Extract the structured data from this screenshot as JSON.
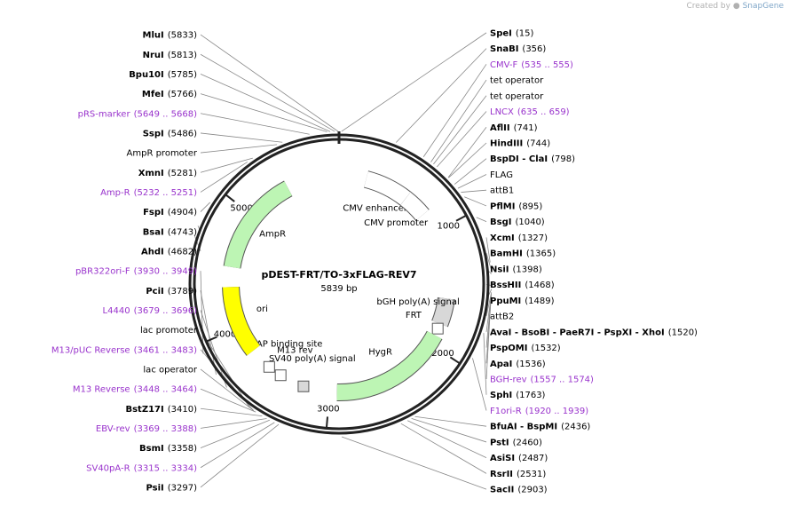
{
  "credit": {
    "prefix": "Created by",
    "brand": "SnapGene"
  },
  "plasmid": {
    "name": "pDEST-FRT/TO-3xFLAG-REV7",
    "size": "5839 bp",
    "length": 5839
  },
  "colors": {
    "enzyme": "#000000",
    "feature_label": "#9933cc",
    "ampr": "#bdf5b4",
    "ori": "#ffff00",
    "orange_arrow": "#f0a020",
    "green_arrow": "#2aa01a",
    "box_blue": "#a9d0dc",
    "box_pink": "#e8b4c8"
  },
  "ticks": [
    {
      "pos": 1000,
      "label": "1000"
    },
    {
      "pos": 2000,
      "label": "2000"
    },
    {
      "pos": 3000,
      "label": "3000"
    },
    {
      "pos": 4000,
      "label": "4000"
    },
    {
      "pos": 5000,
      "label": "5000"
    }
  ],
  "features": [
    {
      "name": "CMV enhancer",
      "start": 235,
      "end": 614,
      "type": "arrow",
      "color": "#ffffff"
    },
    {
      "name": "CMV promoter",
      "start": 615,
      "end": 818,
      "type": "arrow",
      "color": "#ffffff"
    },
    {
      "name": "bGH poly(A) signal",
      "start": 1584,
      "end": 1808,
      "type": "arrow",
      "color": "#d8d8d8"
    },
    {
      "name": "FRT",
      "start": 1830,
      "end": 1877,
      "type": "arrow",
      "color": "#ffffff"
    },
    {
      "name": "HygR",
      "start": 1915,
      "end": 2937,
      "type": "arrow",
      "color": "#bdf5b4"
    },
    {
      "name": "SV40 poly(A) signal",
      "start": 3170,
      "end": 3291,
      "type": "arrow",
      "color": "#d8d8d8"
    },
    {
      "name": "M13 rev",
      "start": 3441,
      "end": 3457,
      "type": "arrow",
      "color": "#ffffff"
    },
    {
      "name": "CAP binding site",
      "start": 3560,
      "end": 3581,
      "type": "arrow",
      "color": "#ffffff"
    },
    {
      "name": "ori",
      "start": 3766,
      "end": 4354,
      "type": "arrow",
      "color": "#ffff00"
    },
    {
      "name": "AmpR",
      "start": 4525,
      "end": 5385,
      "type": "arrow",
      "color": "#bdf5b4"
    }
  ],
  "enzymes": [
    {
      "name": "MluI",
      "pos": 5833
    },
    {
      "name": "SpeI",
      "pos": 15
    },
    {
      "name": "SnaBI",
      "pos": 356
    },
    {
      "name": "AflII",
      "pos": 741
    },
    {
      "name": "HindIII",
      "pos": 744
    },
    {
      "name": "BspDI - ClaI",
      "pos": 798
    },
    {
      "name": "PflMI",
      "pos": 895
    },
    {
      "name": "BsgI",
      "pos": 1040
    },
    {
      "name": "XcmI",
      "pos": 1327
    },
    {
      "name": "BamHI",
      "pos": 1365
    },
    {
      "name": "NsiI",
      "pos": 1398
    },
    {
      "name": "BssHII",
      "pos": 1468
    },
    {
      "name": "PpuMI",
      "pos": 1489
    },
    {
      "name": "AvaI - BsoBI - PaeR7I - PspXI - XhoI",
      "pos": 1520
    },
    {
      "name": "PspOMI",
      "pos": 1532
    },
    {
      "name": "ApaI",
      "pos": 1536
    },
    {
      "name": "SphI",
      "pos": 1763
    },
    {
      "name": "BfuAI - BspMI",
      "pos": 2436
    },
    {
      "name": "PstI",
      "pos": 2460
    },
    {
      "name": "AsiSI",
      "pos": 2487
    },
    {
      "name": "RsrII",
      "pos": 2531
    },
    {
      "name": "SacII",
      "pos": 2903
    },
    {
      "name": "PsiI",
      "pos": 3297
    },
    {
      "name": "BsmI",
      "pos": 3358
    },
    {
      "name": "BstZ17I",
      "pos": 3410
    },
    {
      "name": "PciI",
      "pos": 3789
    },
    {
      "name": "AhdI",
      "pos": 4682
    },
    {
      "name": "BsaI",
      "pos": 4743
    },
    {
      "name": "FspI",
      "pos": 4904
    },
    {
      "name": "XmnI",
      "pos": 5281
    },
    {
      "name": "SspI",
      "pos": 5486
    },
    {
      "name": "MfeI",
      "pos": 5766
    },
    {
      "name": "Bpu10I",
      "pos": 5785
    },
    {
      "name": "NruI",
      "pos": 5813
    }
  ],
  "feature_labels": [
    {
      "name": "CMV-F",
      "range": "(535 .. 555)",
      "pos": 545,
      "style": "text"
    },
    {
      "name": "tet operator",
      "pos": 600,
      "style": "blue"
    },
    {
      "name": "tet operator",
      "pos": 620,
      "style": "blue"
    },
    {
      "name": "LNCX",
      "range": "(635 .. 659)",
      "pos": 647,
      "style": "text"
    },
    {
      "name": "FLAG",
      "pos": 830,
      "style": "pink"
    },
    {
      "name": "attB1",
      "pos": 860,
      "style": "blue"
    },
    {
      "name": "attB2",
      "pos": 1510,
      "style": "blue"
    },
    {
      "name": "BGH-rev",
      "range": "(1557 .. 1574)",
      "pos": 1565,
      "style": "text"
    },
    {
      "name": "F1ori-R",
      "range": "(1920 .. 1939)",
      "pos": 1930,
      "style": "text"
    },
    {
      "name": "SV40pA-R",
      "range": "(3315 .. 3334)",
      "pos": 3325,
      "style": "text"
    },
    {
      "name": "EBV-rev",
      "range": "(3369 .. 3388)",
      "pos": 3378,
      "style": "text"
    },
    {
      "name": "M13 Reverse",
      "range": "(3448 .. 3464)",
      "pos": 3456,
      "style": "text"
    },
    {
      "name": "lac operator",
      "pos": 3470,
      "style": "blue"
    },
    {
      "name": "M13/pUC Reverse",
      "range": "(3461 .. 3483)",
      "pos": 3472,
      "style": "text"
    },
    {
      "name": "lac promoter",
      "pos": 3500,
      "style": "white"
    },
    {
      "name": "L4440",
      "range": "(3679 .. 3696)",
      "pos": 3688,
      "style": "text"
    },
    {
      "name": "pBR322ori-F",
      "range": "(3930 .. 3949)",
      "pos": 3940,
      "style": "text"
    },
    {
      "name": "Amp-R",
      "range": "(5232 .. 5251)",
      "pos": 5241,
      "style": "text"
    },
    {
      "name": "AmpR promoter",
      "pos": 5450,
      "style": "white"
    },
    {
      "name": "pRS-marker",
      "range": "(5649 .. 5668)",
      "pos": 5658,
      "style": "text"
    }
  ]
}
